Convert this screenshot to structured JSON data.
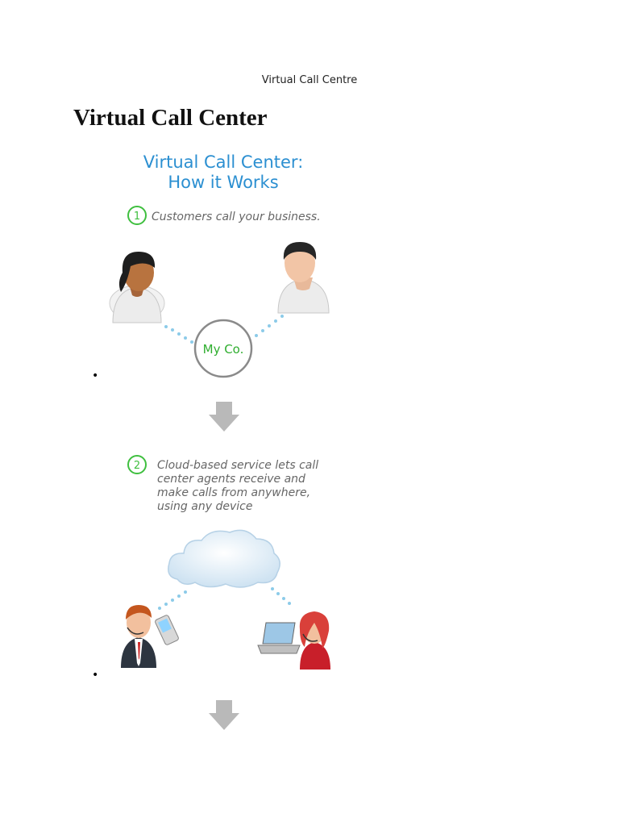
{
  "header": {
    "running_title": "Virtual Call Centre"
  },
  "article": {
    "title": "Virtual Call Center"
  },
  "infographic": {
    "heading_line1": "Virtual Call Center:",
    "heading_line2": "How it Works",
    "step1": {
      "number": "1",
      "text": "Customers call your business."
    },
    "company_label": "My Co.",
    "step2": {
      "number": "2",
      "lines": [
        "Cloud-based service lets call",
        "center agents receive and",
        "make calls from anywhere,",
        "using any device"
      ]
    }
  },
  "list": {
    "bullet_symbol": "•"
  },
  "colors": {
    "heading_blue": "#2b8fd1",
    "step_green": "#3fbf3f",
    "arrow_gray": "#b9b9b9",
    "dot_blue": "#8ccbe9"
  }
}
